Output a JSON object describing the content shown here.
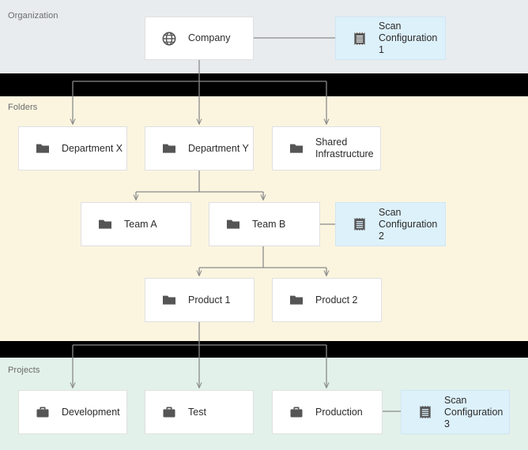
{
  "diagram": {
    "type": "hierarchy-tree",
    "title": "Organization / Folders / Projects scan configuration hierarchy",
    "colors": {
      "band_organization": "#e8ecef",
      "band_folders": "#fbf5e0",
      "band_projects": "#e2f1e9",
      "gap": "#000000",
      "node_fill": "#ffffff",
      "node_border": "#e0e0e0",
      "scan_fill": "#ddf1fb",
      "scan_border": "#cfe6f2",
      "icon": "#555555",
      "connector": "#8a8a8a",
      "band_label_text": "#6b6b6b",
      "node_label_text": "#2b2b2b"
    }
  },
  "bands": [
    {
      "id": "organization",
      "label": "Organization"
    },
    {
      "id": "folders",
      "label": "Folders"
    },
    {
      "id": "projects",
      "label": "Projects"
    }
  ],
  "nodes": {
    "company": {
      "label": "Company",
      "icon": "globe-icon",
      "band": "organization"
    },
    "scan_config_1": {
      "label": "Scan\nConfiguration 1",
      "icon": "scan-config-icon",
      "band": "organization"
    },
    "department_x": {
      "label": "Department X",
      "icon": "folder-icon",
      "band": "folders"
    },
    "department_y": {
      "label": "Department Y",
      "icon": "folder-icon",
      "band": "folders"
    },
    "shared_infra": {
      "label": "Shared\nInfrastructure",
      "icon": "folder-icon",
      "band": "folders"
    },
    "team_a": {
      "label": "Team A",
      "icon": "folder-icon",
      "band": "folders"
    },
    "team_b": {
      "label": "Team B",
      "icon": "folder-icon",
      "band": "folders"
    },
    "scan_config_2": {
      "label": "Scan\nConfiguration 2",
      "icon": "scan-config-icon",
      "band": "folders"
    },
    "product_1": {
      "label": "Product 1",
      "icon": "folder-icon",
      "band": "folders"
    },
    "product_2": {
      "label": "Product 2",
      "icon": "folder-icon",
      "band": "folders"
    },
    "development": {
      "label": "Development",
      "icon": "briefcase-icon",
      "band": "projects"
    },
    "test": {
      "label": "Test",
      "icon": "briefcase-icon",
      "band": "projects"
    },
    "production": {
      "label": "Production",
      "icon": "briefcase-icon",
      "band": "projects"
    },
    "scan_config_3": {
      "label": "Scan\nConfiguration 3",
      "icon": "scan-config-icon",
      "band": "projects"
    }
  },
  "edges": [
    {
      "from": "company",
      "to": "scan_config_1",
      "arrow": false
    },
    {
      "from": "company",
      "to": "department_x",
      "arrow": true
    },
    {
      "from": "company",
      "to": "department_y",
      "arrow": true
    },
    {
      "from": "company",
      "to": "shared_infra",
      "arrow": true
    },
    {
      "from": "department_y",
      "to": "team_a",
      "arrow": true
    },
    {
      "from": "department_y",
      "to": "team_b",
      "arrow": true
    },
    {
      "from": "team_b",
      "to": "scan_config_2",
      "arrow": false
    },
    {
      "from": "team_b",
      "to": "product_1",
      "arrow": true
    },
    {
      "from": "team_b",
      "to": "product_2",
      "arrow": true
    },
    {
      "from": "product_1",
      "to": "development",
      "arrow": true
    },
    {
      "from": "product_1",
      "to": "test",
      "arrow": true
    },
    {
      "from": "product_1",
      "to": "production",
      "arrow": true
    },
    {
      "from": "production",
      "to": "scan_config_3",
      "arrow": false
    }
  ]
}
